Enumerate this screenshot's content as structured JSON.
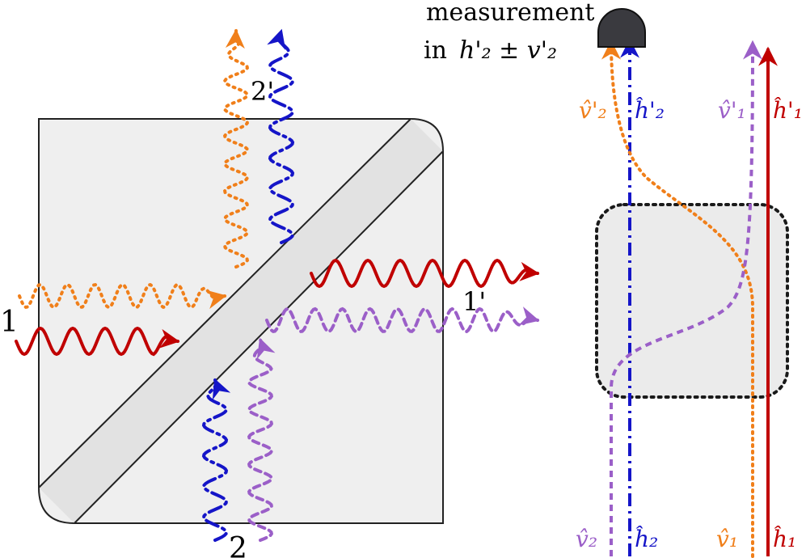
{
  "measurement": {
    "line1": "measurement",
    "line2_prefix": "in",
    "line2_expr": "h'₂ ± v'₂"
  },
  "ports": {
    "p1": "1",
    "p2": "2",
    "p1_out": "1'",
    "p2_out": "2'"
  },
  "modes": {
    "v2_out": "v̂'₂",
    "h2_out": "ĥ'₂",
    "v1_out": "v̂'₁",
    "h1_out": "ĥ'₁",
    "v2_in": "v̂₂",
    "h2_in": "ĥ₂",
    "v1_in": "v̂₁",
    "h1_in": "ĥ₁"
  },
  "colors": {
    "red": "#c00000",
    "blue": "#1515c8",
    "orange": "#f07f1a",
    "purple": "#9b5fc8",
    "cube_fill": "#efefef",
    "detector": "#3a3a3f"
  }
}
